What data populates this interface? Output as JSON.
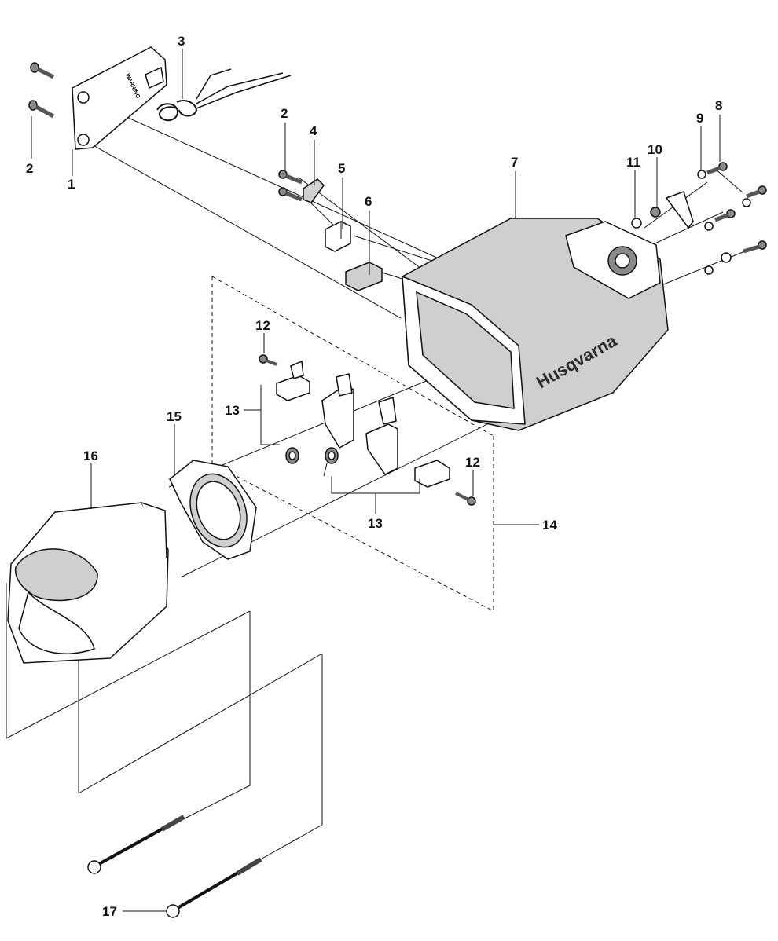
{
  "diagram": {
    "brand_text": "Husqvarna",
    "cover_text": "WARNING",
    "callouts": {
      "c1": "1",
      "c2a": "2",
      "c2b": "2",
      "c3": "3",
      "c4": "4",
      "c5": "5",
      "c6": "6",
      "c7": "7",
      "c8": "8",
      "c9": "9",
      "c10": "10",
      "c11": "11",
      "c12a": "12",
      "c12b": "12",
      "c13a": "13",
      "c13b": "13",
      "c14": "14",
      "c15": "15",
      "c16": "16",
      "c17": "17"
    }
  }
}
